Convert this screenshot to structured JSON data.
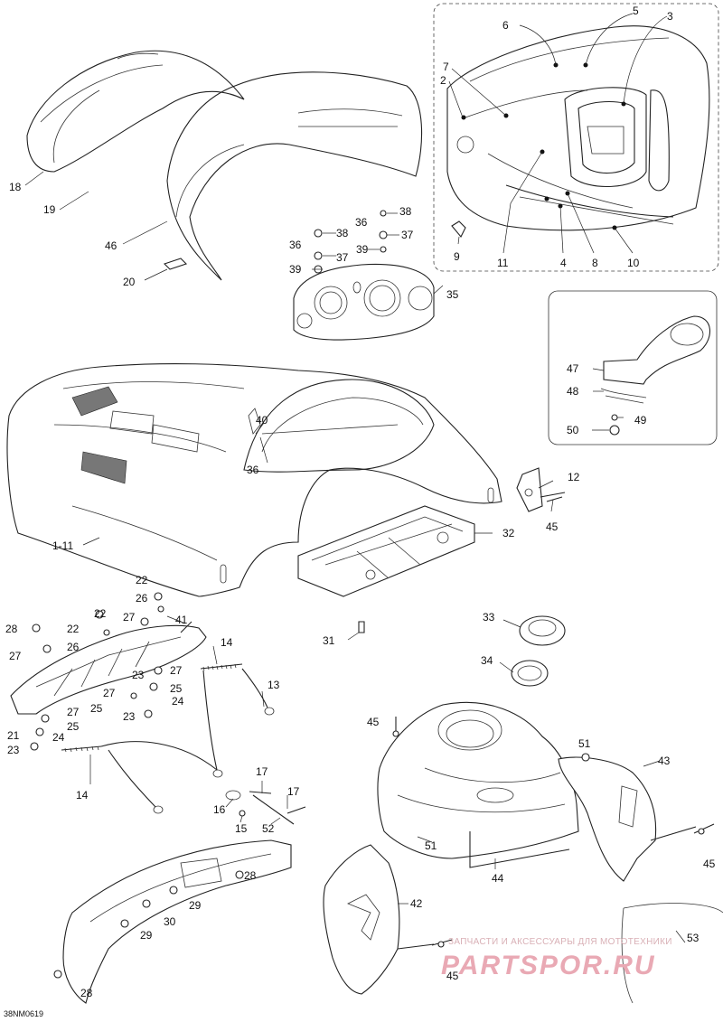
{
  "diagram": {
    "code": "38NM0619",
    "watermark": {
      "line1": "ЗАПЧАСТИ И АКСЕССУАРЫ ДЛЯ МОТОТЕХНИКИ",
      "line2": "PARTSPOR.RU"
    },
    "labels": {
      "l1_11": "1-11",
      "l2": "2",
      "l3": "3",
      "l4": "4",
      "l5": "5",
      "l6": "6",
      "l7": "7",
      "l8": "8",
      "l9": "9",
      "l10": "10",
      "l11": "11",
      "l12": "12",
      "l13": "13",
      "l14a": "14",
      "l14b": "14",
      "l15": "15",
      "l16": "16",
      "l17a": "17",
      "l17b": "17",
      "l18": "18",
      "l19": "19",
      "l20": "20",
      "l21": "21",
      "l22a": "22",
      "l22b": "22",
      "l22c": "22",
      "l23a": "23",
      "l23b": "23",
      "l23c": "23",
      "l24a": "24",
      "l24b": "24",
      "l25a": "25",
      "l25b": "25",
      "l25c": "25",
      "l26a": "26",
      "l26b": "26",
      "l27a": "27",
      "l27b": "27",
      "l27c": "27",
      "l27d": "27",
      "l27e": "27",
      "l28a": "28",
      "l28b": "28",
      "l28c": "28",
      "l29a": "29",
      "l29b": "29",
      "l30": "30",
      "l31": "31",
      "l32": "32",
      "l33": "33",
      "l34": "34",
      "l35": "35",
      "l36a": "36",
      "l36b": "36",
      "l36c": "36",
      "l37a": "37",
      "l37b": "37",
      "l38a": "38",
      "l38b": "38",
      "l39a": "39",
      "l39b": "39",
      "l40": "40",
      "l41": "41",
      "l42": "42",
      "l43": "43",
      "l44": "44",
      "l45a": "45",
      "l45b": "45",
      "l45c": "45",
      "l45d": "45",
      "l46": "46",
      "l47": "47",
      "l48": "48",
      "l49": "49",
      "l50": "50",
      "l51a": "51",
      "l51b": "51",
      "l52": "52",
      "l53": "53"
    }
  }
}
